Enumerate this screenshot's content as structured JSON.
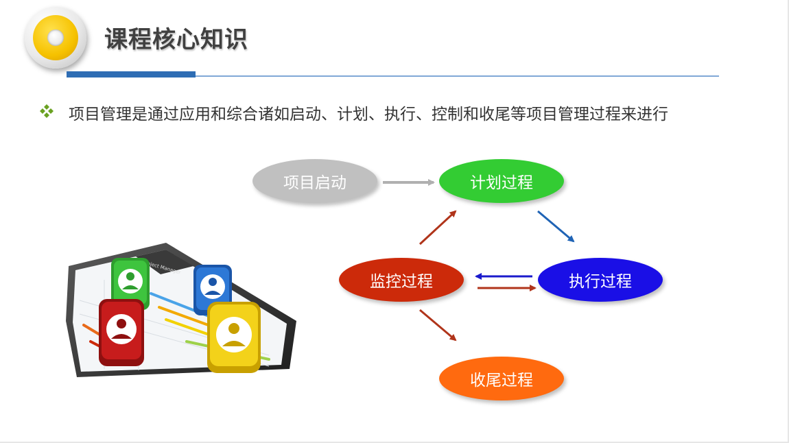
{
  "header": {
    "title": "课程核心知识"
  },
  "bullet": {
    "text": "项目管理是通过应用和综合诸如启动、计划、执行、控制和收尾等项目管理过程来进行"
  },
  "diagram": {
    "nodes": {
      "start": "项目启动",
      "plan": "计划过程",
      "monitor": "监控过程",
      "execute": "执行过程",
      "close": "收尾过程"
    },
    "colors": {
      "start": "#c0c0c0",
      "plan": "#33cc33",
      "monitor": "#cc2a0a",
      "execute": "#1a0fe6",
      "close": "#ff6a0f",
      "arrow_gray": "#b0b0b0",
      "arrow_red": "#b0341a",
      "arrow_blue": "#1f63b5",
      "arrow_navy": "#1a1acc"
    }
  },
  "illustration": {
    "screen_label": "Project Manager"
  },
  "colors": {
    "accent": "#2e6db4",
    "bullet": "#6aa121",
    "badge": "#f6c200"
  }
}
